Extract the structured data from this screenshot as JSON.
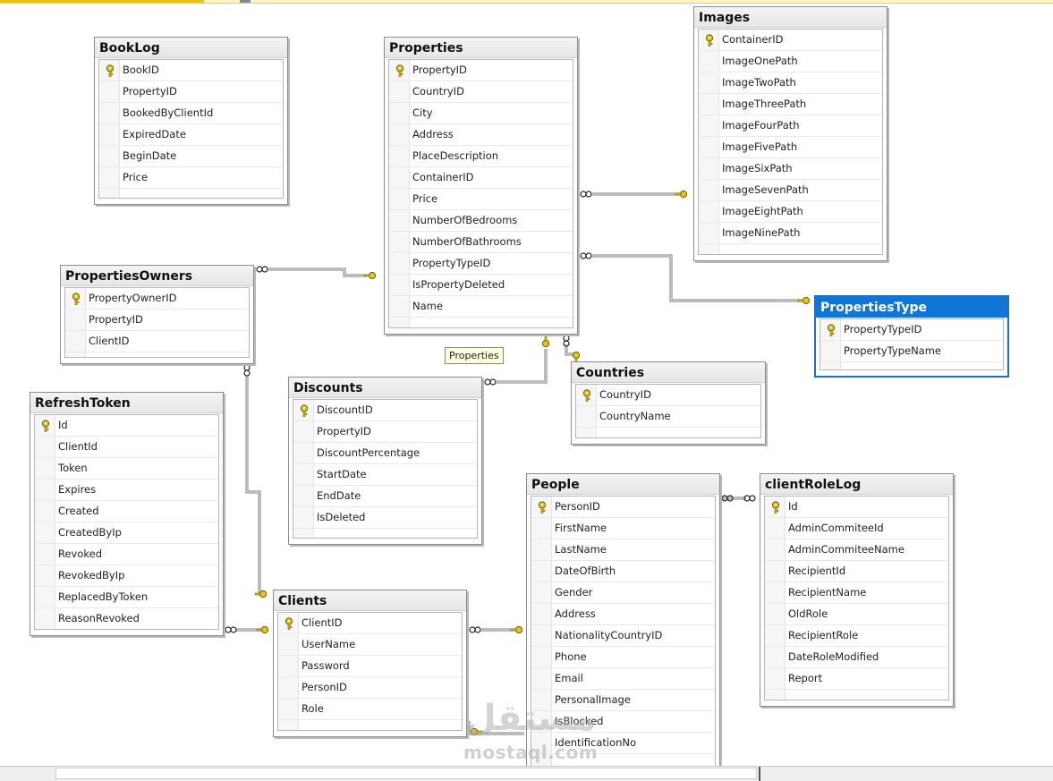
{
  "tables": {
    "booklog": {
      "title": "BookLog",
      "fields": [
        {
          "name": "BookID",
          "pk": true
        },
        {
          "name": "PropertyID"
        },
        {
          "name": "BookedByClientId"
        },
        {
          "name": "ExpiredDate"
        },
        {
          "name": "BeginDate"
        },
        {
          "name": "Price"
        },
        {
          "name": ""
        }
      ]
    },
    "properties": {
      "title": "Properties",
      "fields": [
        {
          "name": "PropertyID",
          "pk": true
        },
        {
          "name": "CountryID"
        },
        {
          "name": "City"
        },
        {
          "name": "Address"
        },
        {
          "name": "PlaceDescription"
        },
        {
          "name": "ContainerID"
        },
        {
          "name": "Price"
        },
        {
          "name": "NumberOfBedrooms"
        },
        {
          "name": "NumberOfBathrooms"
        },
        {
          "name": "PropertyTypeID"
        },
        {
          "name": "IsPropertyDeleted"
        },
        {
          "name": "Name"
        },
        {
          "name": ""
        }
      ]
    },
    "images": {
      "title": "Images",
      "fields": [
        {
          "name": "ContainerID",
          "pk": true
        },
        {
          "name": "ImageOnePath"
        },
        {
          "name": "ImageTwoPath"
        },
        {
          "name": "ImageThreePath"
        },
        {
          "name": "ImageFourPath"
        },
        {
          "name": "ImageFivePath"
        },
        {
          "name": "ImageSixPath"
        },
        {
          "name": "ImageSevenPath"
        },
        {
          "name": "ImageEightPath"
        },
        {
          "name": "ImageNinePath"
        },
        {
          "name": ""
        }
      ]
    },
    "propertiesowners": {
      "title": "PropertiesOwners",
      "fields": [
        {
          "name": "PropertyOwnerID",
          "pk": true
        },
        {
          "name": "PropertyID"
        },
        {
          "name": "ClientID"
        }
      ]
    },
    "propertiestype": {
      "title": "PropertiesType",
      "selected": true,
      "fields": [
        {
          "name": "PropertyTypeID",
          "pk": true
        },
        {
          "name": "PropertyTypeName"
        }
      ]
    },
    "countries": {
      "title": "Countries",
      "fields": [
        {
          "name": "CountryID",
          "pk": true
        },
        {
          "name": "CountryName"
        }
      ]
    },
    "discounts": {
      "title": "Discounts",
      "fields": [
        {
          "name": "DiscountID",
          "pk": true
        },
        {
          "name": "PropertyID"
        },
        {
          "name": "DiscountPercentage"
        },
        {
          "name": "StartDate"
        },
        {
          "name": "EndDate"
        },
        {
          "name": "IsDeleted"
        }
      ]
    },
    "refreshtoken": {
      "title": "RefreshToken",
      "fields": [
        {
          "name": "Id",
          "pk": true
        },
        {
          "name": "ClientId"
        },
        {
          "name": "Token"
        },
        {
          "name": "Expires"
        },
        {
          "name": "Created"
        },
        {
          "name": "CreatedByIp"
        },
        {
          "name": "Revoked"
        },
        {
          "name": "RevokedByIp"
        },
        {
          "name": "ReplacedByToken"
        },
        {
          "name": "ReasonRevoked"
        }
      ]
    },
    "people": {
      "title": "People",
      "fields": [
        {
          "name": "PersonID",
          "pk": true
        },
        {
          "name": "FirstName"
        },
        {
          "name": "LastName"
        },
        {
          "name": "DateOfBirth"
        },
        {
          "name": "Gender"
        },
        {
          "name": "Address"
        },
        {
          "name": "NationalityCountryID"
        },
        {
          "name": "Phone"
        },
        {
          "name": "Email"
        },
        {
          "name": "PersonalImage"
        },
        {
          "name": "IsBlocked"
        },
        {
          "name": "IdentificationNo"
        }
      ]
    },
    "clientrolelog": {
      "title": "clientRoleLog",
      "fields": [
        {
          "name": "Id",
          "pk": true
        },
        {
          "name": "AdminCommiteeId"
        },
        {
          "name": "AdminCommiteeName"
        },
        {
          "name": "RecipientId"
        },
        {
          "name": "RecipientName"
        },
        {
          "name": "OldRole"
        },
        {
          "name": "RecipientRole"
        },
        {
          "name": "DateRoleModified"
        },
        {
          "name": "Report"
        }
      ]
    },
    "clients": {
      "title": "Clients",
      "fields": [
        {
          "name": "ClientID",
          "pk": true
        },
        {
          "name": "UserName"
        },
        {
          "name": "Password"
        },
        {
          "name": "PersonID"
        },
        {
          "name": "Role"
        }
      ]
    }
  },
  "tooltip": "Properties",
  "watermark": {
    "logo_text": "مستقل",
    "site": "mostaql.com"
  },
  "icons": {
    "primary_key": "key-icon",
    "many_end": "infinity-icon",
    "one_end": "key-icon"
  },
  "colors": {
    "selected_title": "#0f75d6",
    "key": "#e3c61a",
    "line": "#707070"
  }
}
